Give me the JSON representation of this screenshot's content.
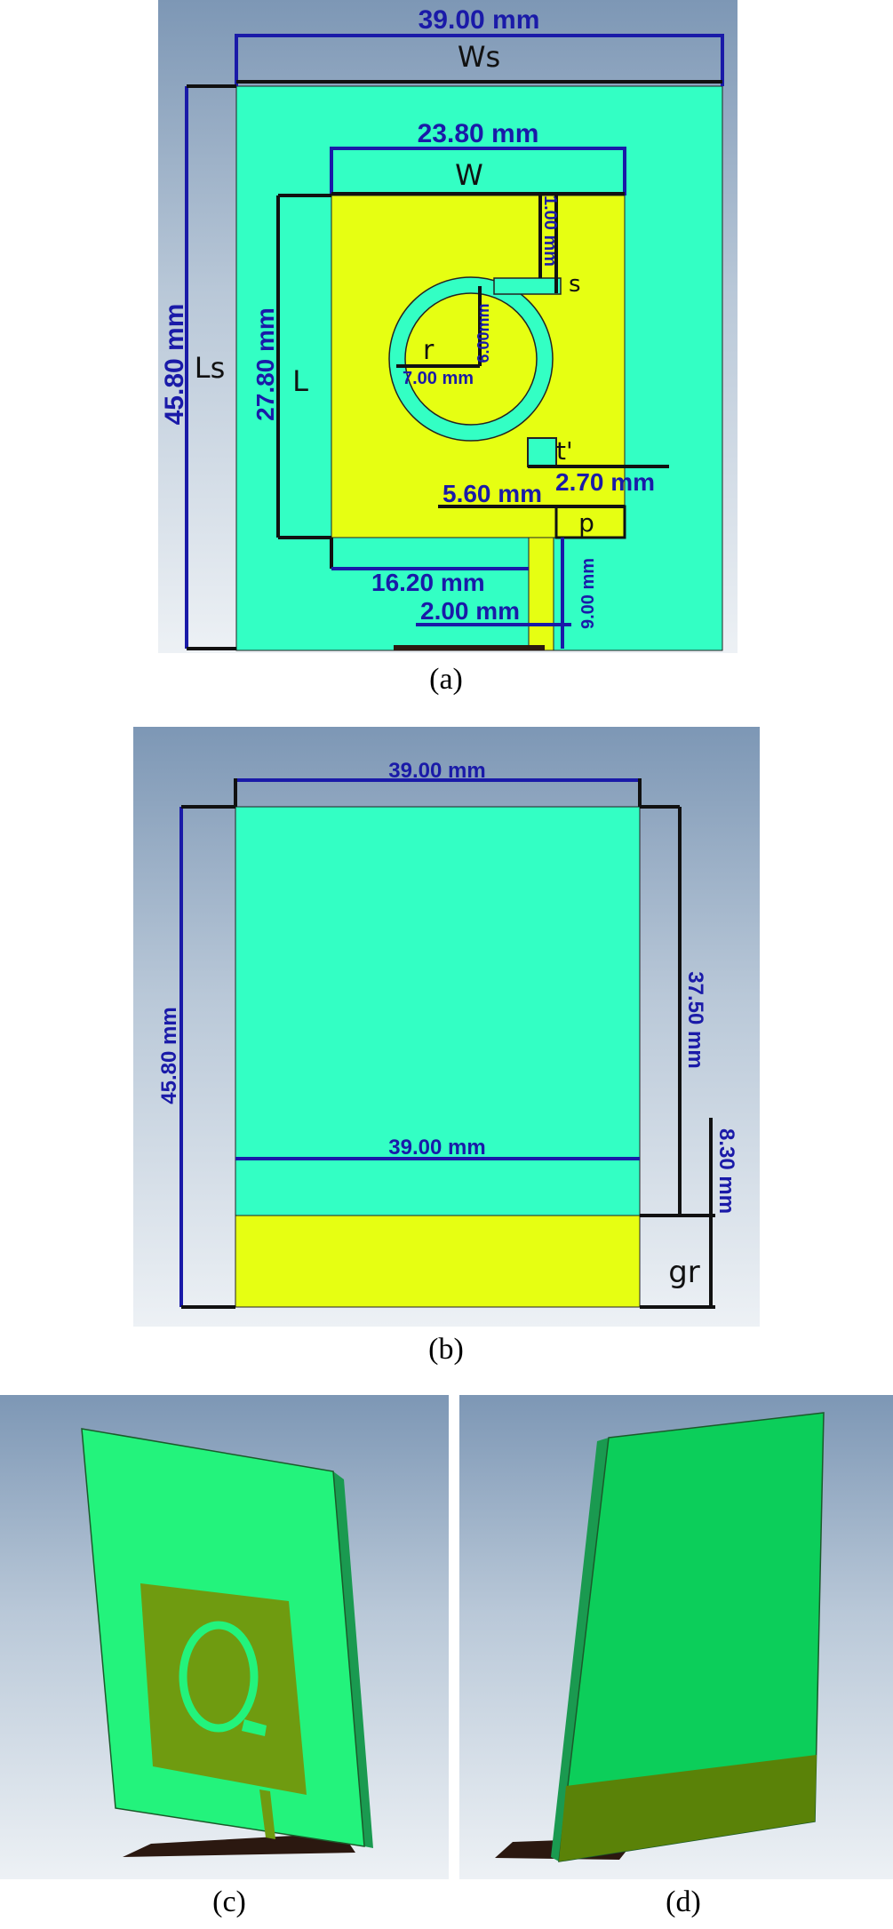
{
  "captions": [
    "(a)",
    "(b)",
    "(c)",
    "(d)"
  ],
  "panel_a": {
    "dims": {
      "ws_value": "39.00 mm",
      "w_value": "23.80 mm",
      "ls_value": "45.80 mm",
      "l_value": "27.80 mm",
      "s_value": "1.00 mm",
      "inner_value": "6.00mm",
      "r_value": "7.00 mm",
      "t_value": "2.70 mm",
      "p_value": "5.60 mm",
      "gap_value": "16.20 mm",
      "feed_w_value": "2.00 mm",
      "feed_l_value": "9.00 mm"
    },
    "labels": {
      "ws": "Ws",
      "w": "W",
      "ls": "Ls",
      "l": "L",
      "s": "s",
      "r": "r",
      "t": "t'",
      "p": "p"
    }
  },
  "panel_b": {
    "dims": {
      "top_width": "39.00 mm",
      "mid_width": "39.00 mm",
      "total_length": "45.80 mm",
      "upper_length": "37.50 mm",
      "ground_length": "8.30 mm"
    },
    "labels": {
      "gr": "gr"
    }
  },
  "colors": {
    "substrate": "#33ffc4",
    "patch": "#e6ff12",
    "dimension": "#1a1aa8",
    "view3d_front": "#23f37c",
    "view3d_patch": "#6f9b10",
    "view3d_back": "#0cce5a",
    "view3d_ground": "#5a8208"
  }
}
